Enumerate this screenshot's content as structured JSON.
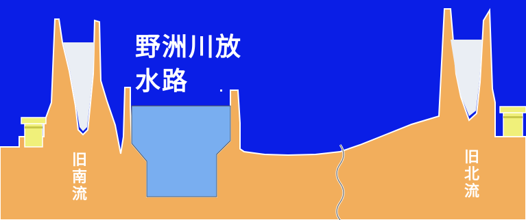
{
  "title": {
    "line1": "野洲川放",
    "line2": "水路"
  },
  "labels": {
    "old_south": "旧南流",
    "old_north": "旧北流"
  },
  "colors": {
    "sky": "#0a1ee6",
    "ground": "#f2ae5c",
    "water": "#79aef0",
    "old_channel_fill": "#eaeef4",
    "building": "#f0f07a",
    "outline": "#ffffff"
  }
}
